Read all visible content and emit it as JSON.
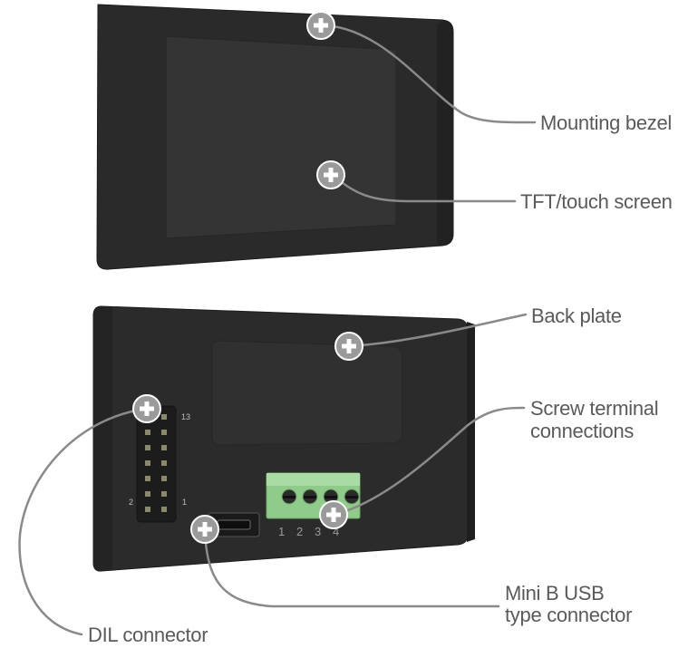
{
  "colors": {
    "device_body": "#2b2b2b",
    "device_edge": "#1d1d1d",
    "screen": "#323232",
    "callout_line": "#8a8a8a",
    "plus_marker": "#9a9a9a",
    "label_text": "#5a5a5a",
    "terminal_green": "#9fd49a"
  },
  "icons": {
    "marker": "plus-circle-icon"
  },
  "callouts": {
    "mounting_bezel": "Mounting bezel",
    "tft_touch_screen": "TFT/touch screen",
    "back_plate": "Back plate",
    "screw_terminal_line1": "Screw terminal",
    "screw_terminal_line2": "connections",
    "mini_usb_line1": "Mini B USB",
    "mini_usb_line2": "type connector",
    "dil_connector": "DIL connector"
  },
  "dil_pins": {
    "top_right": "13",
    "bottom_left": "2",
    "bottom_right": "1"
  },
  "terminals": {
    "numbers": [
      "1",
      "2",
      "3",
      "4"
    ]
  }
}
